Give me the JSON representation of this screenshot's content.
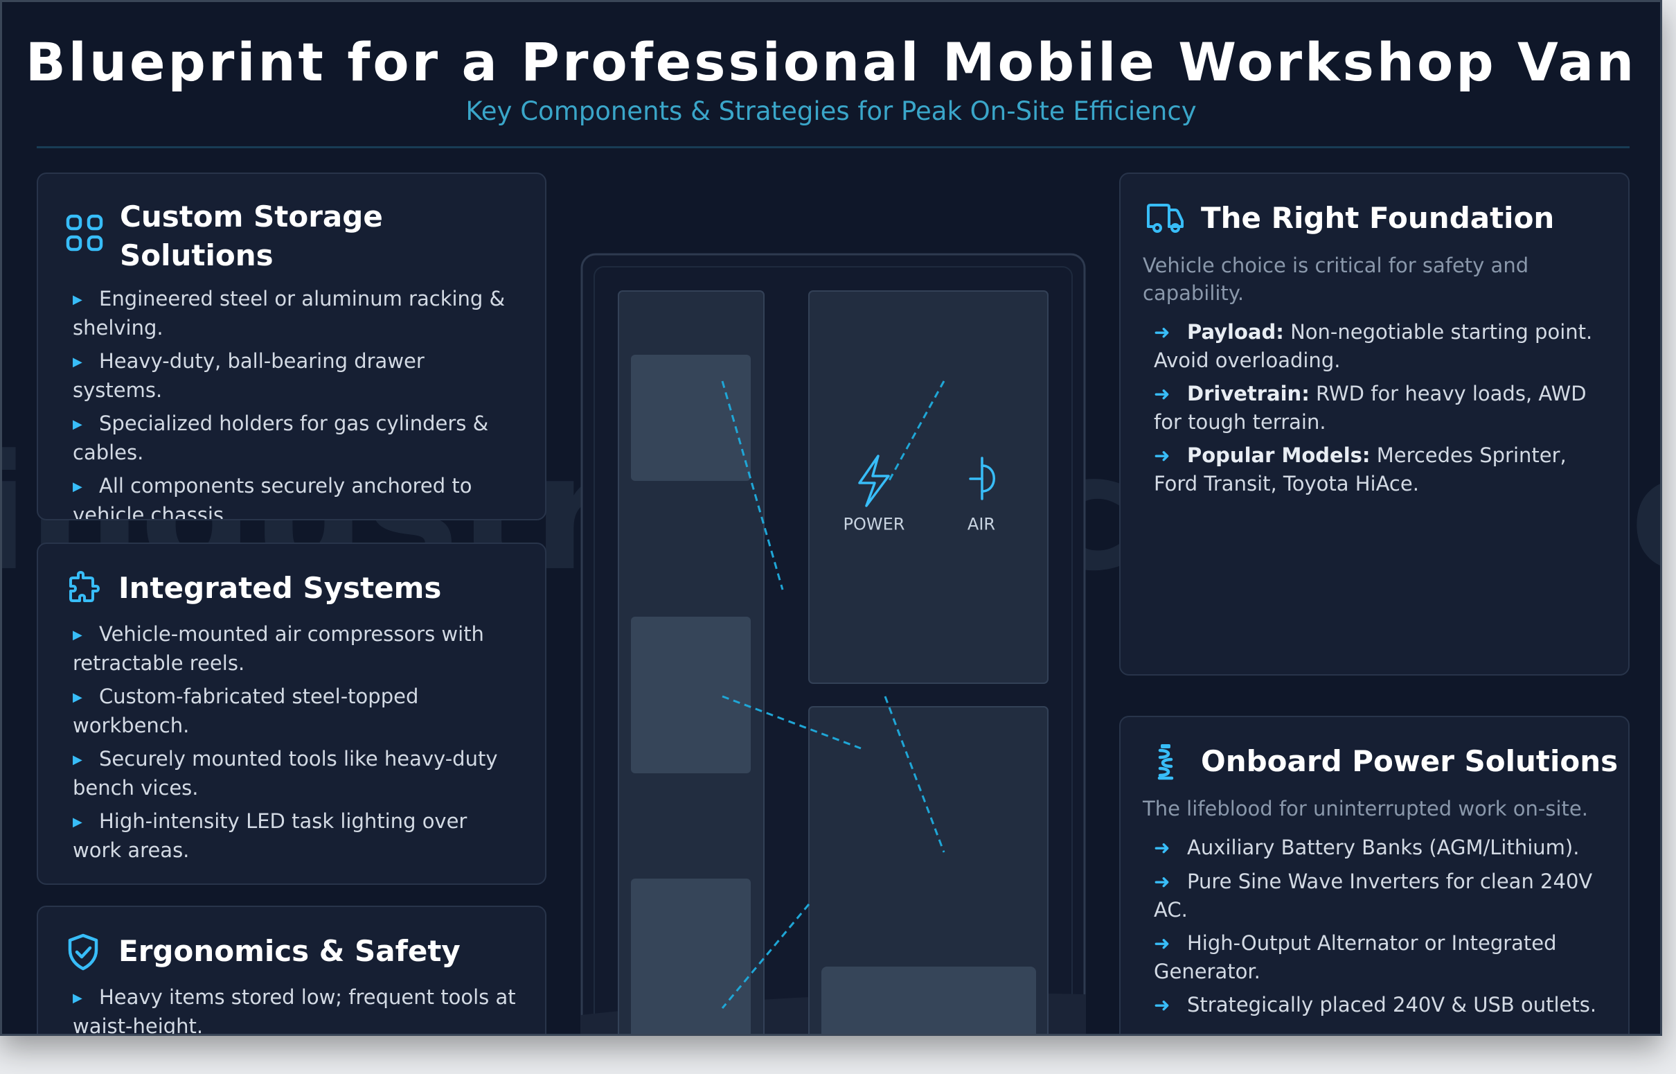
{
  "header": {
    "title": "Blueprint for a Professional Mobile Workshop Van",
    "subtitle": "Key Components & Strategies for Peak On-Site Efficiency"
  },
  "watermark": "industriesfactory.com",
  "colors": {
    "background": "#0f1729",
    "card": "#161f33",
    "accent": "#38bdf8",
    "subtitle": "#3aa6c9"
  },
  "left_cards": {
    "storage": {
      "icon": "grid-icon",
      "title": "Custom Storage Solutions",
      "items": [
        "Engineered steel or aluminum racking & shelving.",
        "Heavy-duty, ball-bearing drawer systems.",
        "Specialized holders for gas cylinders & cables.",
        "All components securely anchored to vehicle chassis."
      ]
    },
    "systems": {
      "icon": "puzzle-icon",
      "title": "Integrated Systems",
      "items": [
        "Vehicle-mounted air compressors with retractable reels.",
        "Custom-fabricated steel-topped workbench.",
        "Securely mounted tools like heavy-duty bench vices.",
        "High-intensity LED task lighting over work areas."
      ]
    },
    "ergonomics": {
      "icon": "shield-check-icon",
      "title": "Ergonomics & Safety",
      "items": [
        "Heavy items stored low; frequent tools at waist-height."
      ]
    }
  },
  "right_cards": {
    "foundation": {
      "icon": "van-icon",
      "title": "The Right Foundation",
      "desc": "Vehicle choice is critical for safety and capability.",
      "items": [
        {
          "label": "Payload:",
          "text": " Non-negotiable starting point. Avoid overloading."
        },
        {
          "label": "Drivetrain:",
          "text": " RWD for heavy loads, AWD for tough terrain."
        },
        {
          "label": "Popular Models:",
          "text": " Mercedes Sprinter, Ford Transit, Toyota HiAce."
        }
      ]
    },
    "power": {
      "icon": "battery-icon",
      "title": "Onboard Power Solutions",
      "desc": "The lifeblood for uninterrupted work on-site.",
      "items": [
        "Auxiliary Battery Banks (AGM/Lithium).",
        "Pure Sine Wave Inverters for clean 240V AC.",
        "High-Output Alternator or Integrated Generator.",
        "Strategically placed 240V & USB outlets."
      ]
    }
  },
  "diagram": {
    "power_label": "POWER",
    "air_label": "AIR"
  }
}
